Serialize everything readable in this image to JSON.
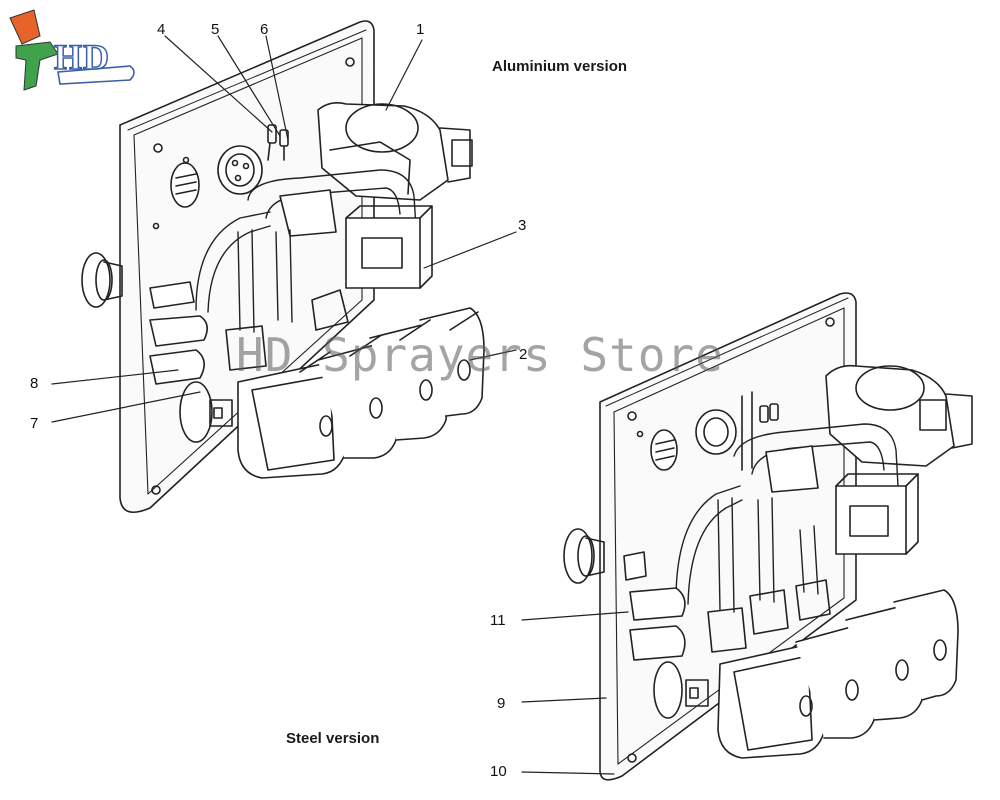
{
  "logo": {
    "text": "HD",
    "colors": {
      "gun_body": "#3fa34d",
      "cup": "#e8632a",
      "outline": "#3a5fa8"
    }
  },
  "titles": {
    "aluminium": "Aluminium version",
    "steel": "Steel version"
  },
  "watermark": "HD Sprayers Store",
  "callouts": [
    {
      "id": "c1",
      "text": "1"
    },
    {
      "id": "c2",
      "text": "2"
    },
    {
      "id": "c3",
      "text": "3"
    },
    {
      "id": "c4",
      "text": "4"
    },
    {
      "id": "c5",
      "text": "5"
    },
    {
      "id": "c6",
      "text": "6"
    },
    {
      "id": "c7",
      "text": "7"
    },
    {
      "id": "c8",
      "text": "8"
    },
    {
      "id": "c9",
      "text": "9"
    },
    {
      "id": "c10",
      "text": "10"
    },
    {
      "id": "c11",
      "text": "11"
    }
  ]
}
